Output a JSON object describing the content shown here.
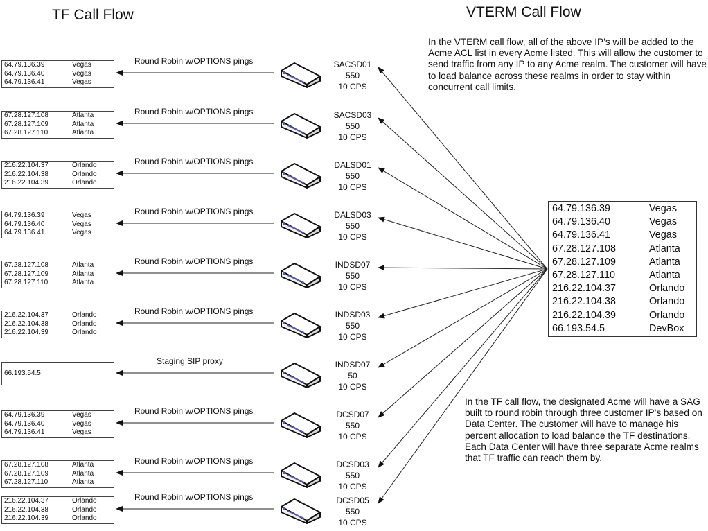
{
  "titles": {
    "tf": "TF Call Flow",
    "vterm": "VTERM Call Flow"
  },
  "tf_rows": [
    {
      "label": "Round Robin w/OPTIONS pings",
      "device": {
        "name": "SACSD01",
        "sessions": "550",
        "cps": "10 CPS"
      },
      "ips": [
        {
          "ip": "64.79.136.39",
          "site": "Vegas"
        },
        {
          "ip": "64.79.136.40",
          "site": "Vegas"
        },
        {
          "ip": "64.79.136.41",
          "site": "Vegas"
        }
      ]
    },
    {
      "label": "Round Robin w/OPTIONS pings",
      "device": {
        "name": "SACSD03",
        "sessions": "550",
        "cps": "10 CPS"
      },
      "ips": [
        {
          "ip": "67.28.127.108",
          "site": "Atlanta"
        },
        {
          "ip": "67.28.127.109",
          "site": "Atlanta"
        },
        {
          "ip": "67.28.127.110",
          "site": "Atlanta"
        }
      ]
    },
    {
      "label": "Round Robin w/OPTIONS pings",
      "device": {
        "name": "DALSD01",
        "sessions": "550",
        "cps": "10 CPS"
      },
      "ips": [
        {
          "ip": "216.22.104.37",
          "site": "Orlando"
        },
        {
          "ip": "216.22.104.38",
          "site": "Orlando"
        },
        {
          "ip": "216.22.104.39",
          "site": "Orlando"
        }
      ]
    },
    {
      "label": "Round Robin w/OPTIONS pings",
      "device": {
        "name": "DALSD03",
        "sessions": "550",
        "cps": "10 CPS"
      },
      "ips": [
        {
          "ip": "64.79.136.39",
          "site": "Vegas"
        },
        {
          "ip": "64.79.136.40",
          "site": "Vegas"
        },
        {
          "ip": "64.79.136.41",
          "site": "Vegas"
        }
      ]
    },
    {
      "label": "Round Robin w/OPTIONS pings",
      "device": {
        "name": "INDSD07",
        "sessions": "550",
        "cps": "10 CPS"
      },
      "ips": [
        {
          "ip": "67.28.127.108",
          "site": "Atlanta"
        },
        {
          "ip": "67.28.127.109",
          "site": "Atlanta"
        },
        {
          "ip": "67.28.127.110",
          "site": "Atlanta"
        }
      ]
    },
    {
      "label": "Round Robin w/OPTIONS pings",
      "device": {
        "name": "INDSD03",
        "sessions": "550",
        "cps": "10 CPS"
      },
      "ips": [
        {
          "ip": "216.22.104.37",
          "site": "Orlando"
        },
        {
          "ip": "216.22.104.38",
          "site": "Orlando"
        },
        {
          "ip": "216.22.104.39",
          "site": "Orlando"
        }
      ]
    },
    {
      "label": "Staging SIP proxy",
      "device": {
        "name": "INDSD07",
        "sessions": "50",
        "cps": "10 CPS"
      },
      "ips": [
        {
          "ip": "66.193.54.5",
          "site": ""
        }
      ]
    },
    {
      "label": "Round Robin w/OPTIONS pings",
      "device": {
        "name": "DCSD07",
        "sessions": "550",
        "cps": "10 CPS"
      },
      "ips": [
        {
          "ip": "64.79.136.39",
          "site": "Vegas"
        },
        {
          "ip": "64.79.136.40",
          "site": "Vegas"
        },
        {
          "ip": "64.79.136.41",
          "site": "Vegas"
        }
      ]
    },
    {
      "label": "Round Robin w/OPTIONS pings",
      "device": {
        "name": "DCSD03",
        "sessions": "550",
        "cps": "10 CPS"
      },
      "ips": [
        {
          "ip": "67.28.127.108",
          "site": "Atlanta"
        },
        {
          "ip": "67.28.127.109",
          "site": "Atlanta"
        },
        {
          "ip": "67.28.127.110",
          "site": "Atlanta"
        }
      ]
    },
    {
      "label": "Round Robin w/OPTIONS pings",
      "device": {
        "name": "DCSD05",
        "sessions": "550",
        "cps": "10 CPS"
      },
      "ips": [
        {
          "ip": "216.22.104.37",
          "site": "Orlando"
        },
        {
          "ip": "216.22.104.38",
          "site": "Orlando"
        },
        {
          "ip": "216.22.104.39",
          "site": "Orlando"
        }
      ]
    }
  ],
  "vterm_list": [
    {
      "ip": "64.79.136.39",
      "site": "Vegas"
    },
    {
      "ip": "64.79.136.40",
      "site": "Vegas"
    },
    {
      "ip": "64.79.136.41",
      "site": "Vegas"
    },
    {
      "ip": "67.28.127.108",
      "site": "Atlanta"
    },
    {
      "ip": "67.28.127.109",
      "site": "Atlanta"
    },
    {
      "ip": "67.28.127.110",
      "site": "Atlanta"
    },
    {
      "ip": "216.22.104.37",
      "site": "Orlando"
    },
    {
      "ip": "216.22.104.38",
      "site": "Orlando"
    },
    {
      "ip": "216.22.104.39",
      "site": "Orlando"
    },
    {
      "ip": "66.193.54.5",
      "site": "DevBox"
    }
  ],
  "notes": {
    "vterm": "In the VTERM call flow, all of the above IP’s will be added to the Acme ACL list in every Acme listed.  This will allow the customer to send traffic from any IP to any Acme realm.  The customer will have to load balance across these realms in order to stay within concurrent call limits.",
    "tf": "In the TF call flow, the designated  Acme will have a SAG built to round robin through three customer IP’s based on Data Center.  The customer will have to manage his percent allocation to load balance the TF destinations.  Each Data Center will have three separate Acme realms that TF traffic can reach them by."
  },
  "colors": {
    "line": "#222222",
    "device_body": "#f2f2f2",
    "device_accent": "#5a5aa8"
  }
}
